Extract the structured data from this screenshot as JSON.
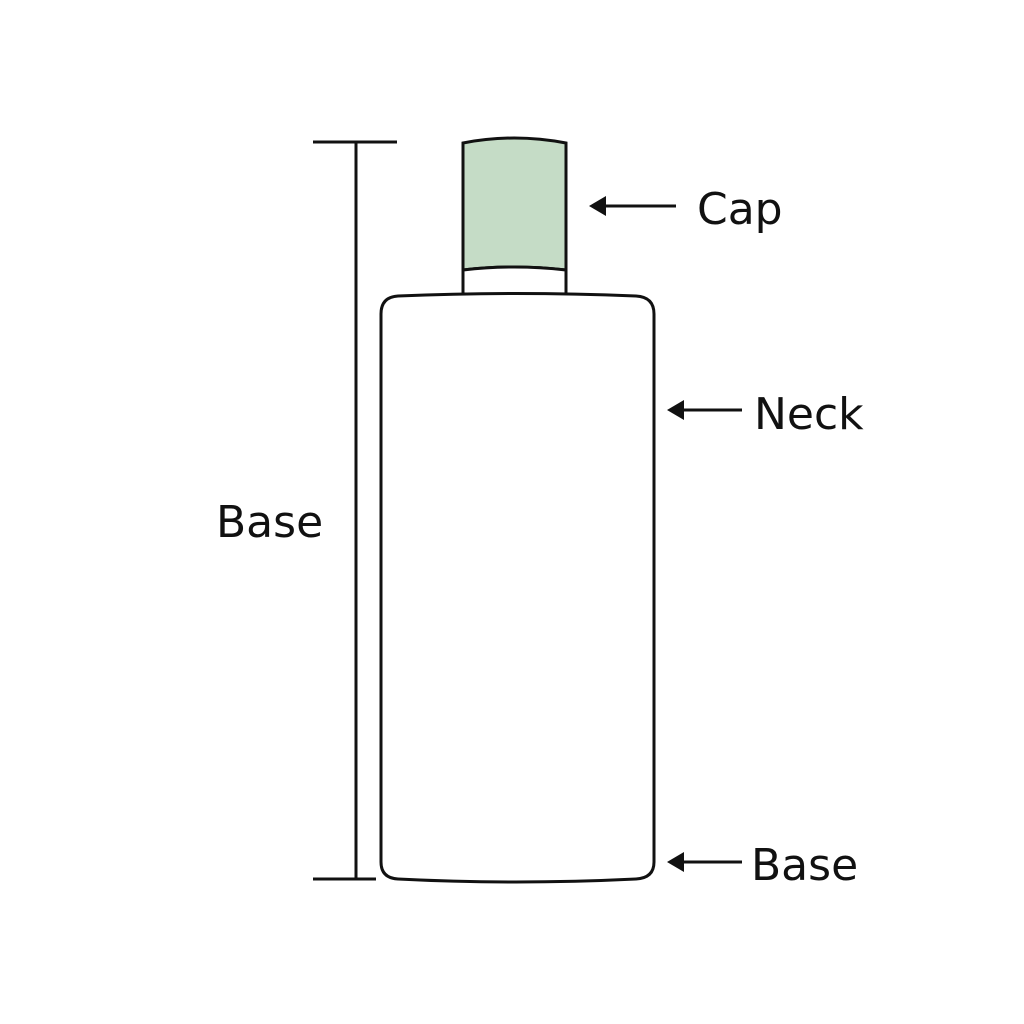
{
  "labels": {
    "cap": "Cap",
    "neck": "Neck",
    "base_right": "Base",
    "base_left": "Base"
  },
  "colors": {
    "cap_fill": "#c5dcc6",
    "stroke": "#111111"
  }
}
